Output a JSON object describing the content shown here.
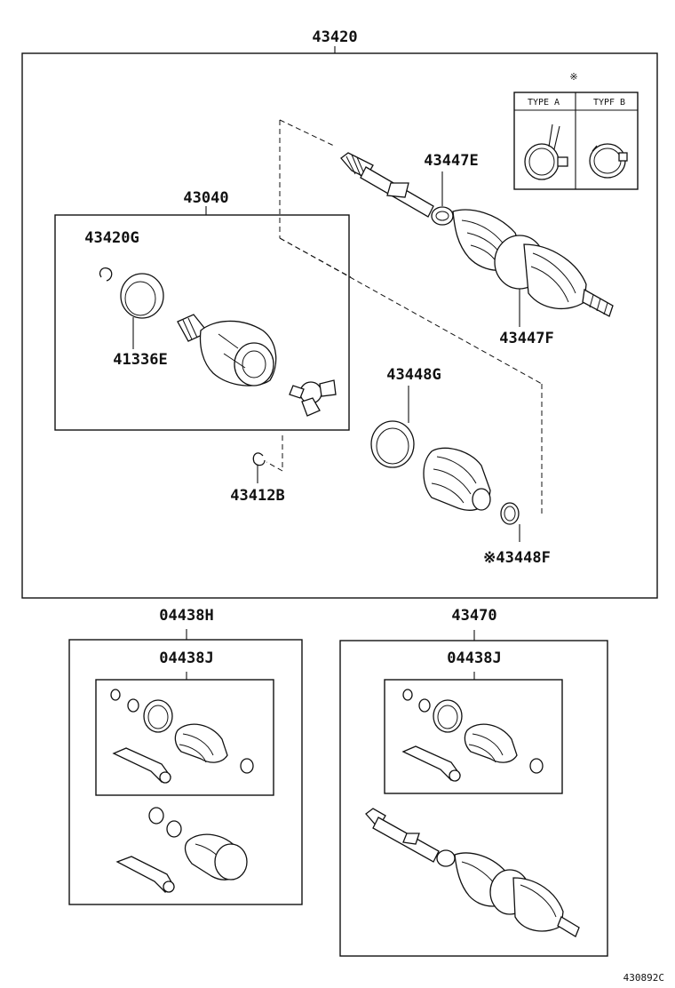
{
  "labels": {
    "assy_main": "43420",
    "inboard_joint": "43040",
    "snap_ring_small": "43420G",
    "ring": "41336E",
    "clamp_e": "43447E",
    "clamp_f": "43447F",
    "clamp_g": "43448G",
    "snap_ring_b": "43412B",
    "clamp_448f": "※43448F",
    "boot_kit_h": "04438H",
    "boot_kit_j_left": "04438J",
    "shaft_assy": "43470",
    "boot_kit_j_right": "04438J",
    "figure_id": "430892C"
  },
  "type_legend": {
    "mark": "※",
    "type_a": "TYPE A",
    "type_b": "TYPF B"
  }
}
